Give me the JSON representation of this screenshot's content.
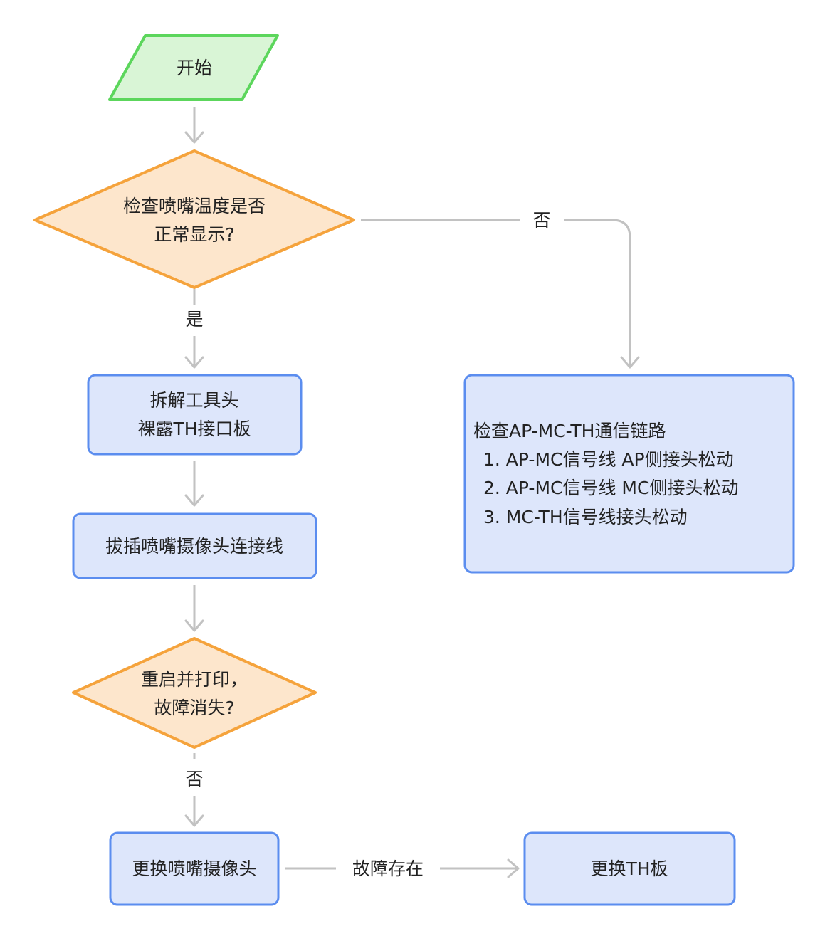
{
  "colors": {
    "start_fill": "#d9f5d6",
    "start_stroke": "#5cd65c",
    "decision_fill": "#fde6cc",
    "decision_stroke": "#f5a33c",
    "process_fill": "#dde6fb",
    "process_stroke": "#5b8def",
    "connector": "#c2c2c2",
    "text": "#222222"
  },
  "nodes": {
    "start": {
      "label": "开始"
    },
    "check_temp": {
      "line1": "检查喷嘴温度是否",
      "line2": "正常显示?"
    },
    "disassemble": {
      "line1": "拆解工具头",
      "line2": "裸露TH接口板"
    },
    "reconnect": {
      "label": "拔插喷嘴摄像头连接线"
    },
    "restart": {
      "line1": "重启并打印，",
      "line2": "故障消失?"
    },
    "replace_camera": {
      "label": "更换喷嘴摄像头"
    },
    "replace_th": {
      "label": "更换TH板"
    },
    "check_link": {
      "title": "检查AP-MC-TH通信链路",
      "items": [
        "1. AP-MC信号线 AP侧接头松动",
        "2. AP-MC信号线 MC侧接头松动",
        "3. MC-TH信号线接头松动"
      ]
    }
  },
  "edges": {
    "temp_no": "否",
    "temp_yes": "是",
    "restart_no": "否",
    "fault_exists": "故障存在"
  }
}
